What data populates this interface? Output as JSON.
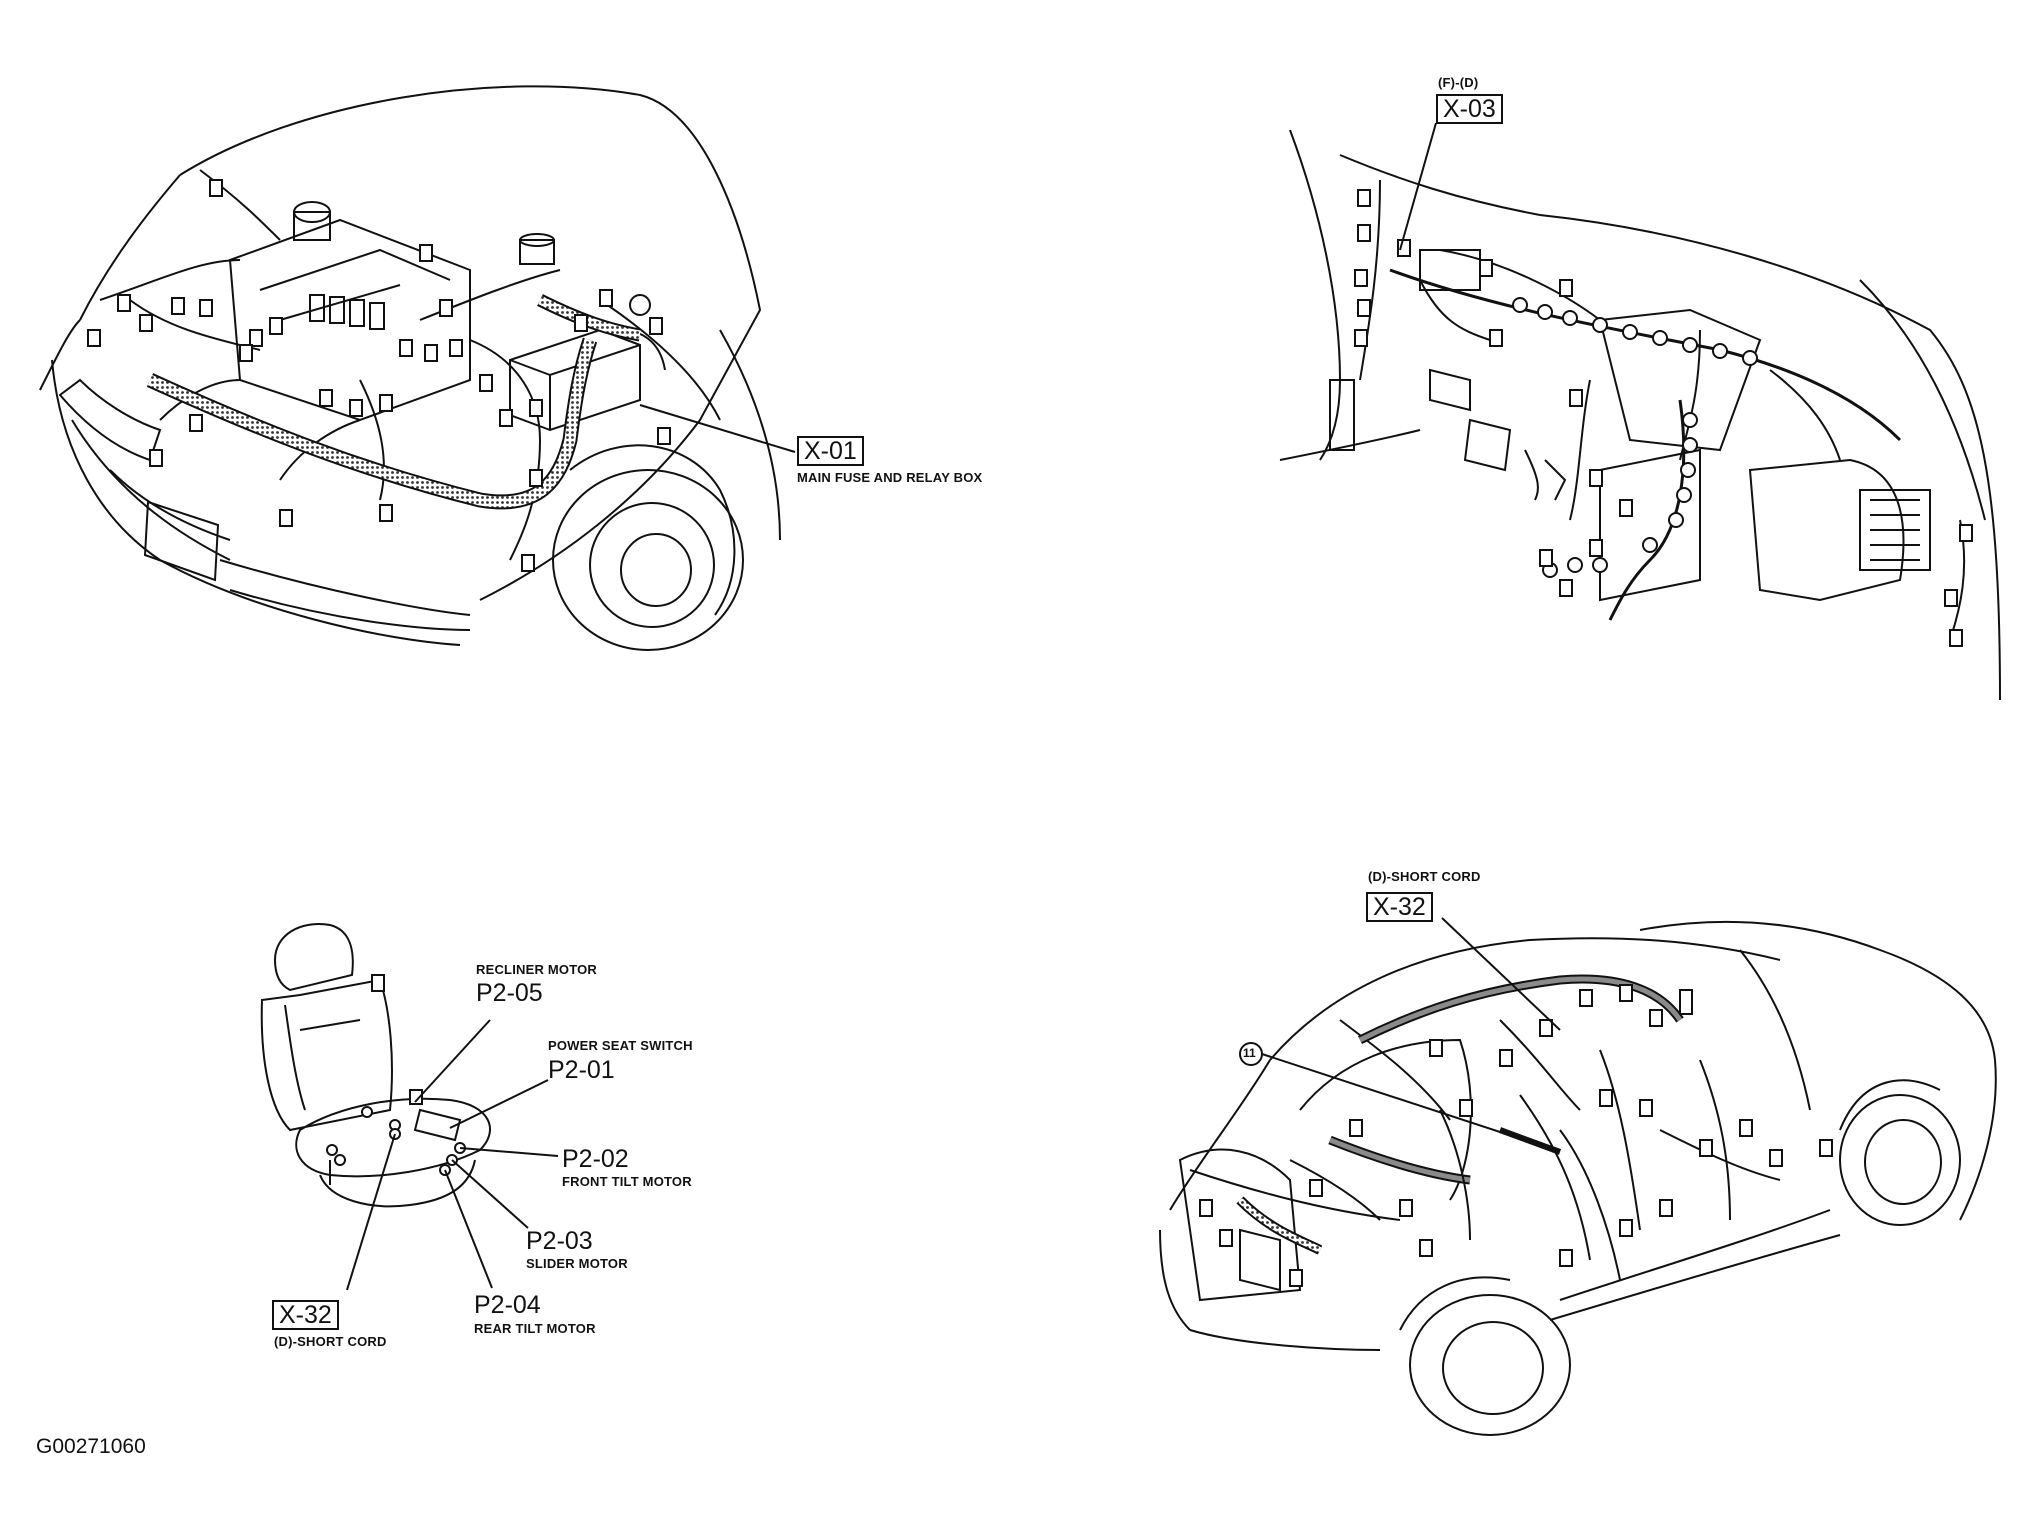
{
  "figure_id": "G00271060",
  "panels": {
    "engine_bay": {
      "callouts": [
        {
          "code": "X-01",
          "desc": "MAIN FUSE AND RELAY BOX"
        }
      ]
    },
    "dashboard": {
      "callouts": [
        {
          "code": "X-03",
          "prefix": "(F)-(D)"
        }
      ]
    },
    "seat": {
      "callouts": [
        {
          "code": "P2-05",
          "desc": "RECLINER MOTOR"
        },
        {
          "code": "P2-01",
          "desc": "POWER SEAT SWITCH"
        },
        {
          "code": "P2-02",
          "desc": "FRONT TILT MOTOR"
        },
        {
          "code": "P2-03",
          "desc": "SLIDER MOTOR"
        },
        {
          "code": "P2-04",
          "desc": "REAR TILT MOTOR"
        },
        {
          "code": "X-32",
          "desc": "(D)-SHORT CORD"
        }
      ]
    },
    "vehicle": {
      "callouts": [
        {
          "code": "X-32",
          "prefix": "(D)-SHORT CORD"
        },
        {
          "code": "11"
        }
      ]
    }
  },
  "colors": {
    "line": "#111111",
    "background": "#ffffff",
    "harness_fill": "#9a9a9a"
  }
}
